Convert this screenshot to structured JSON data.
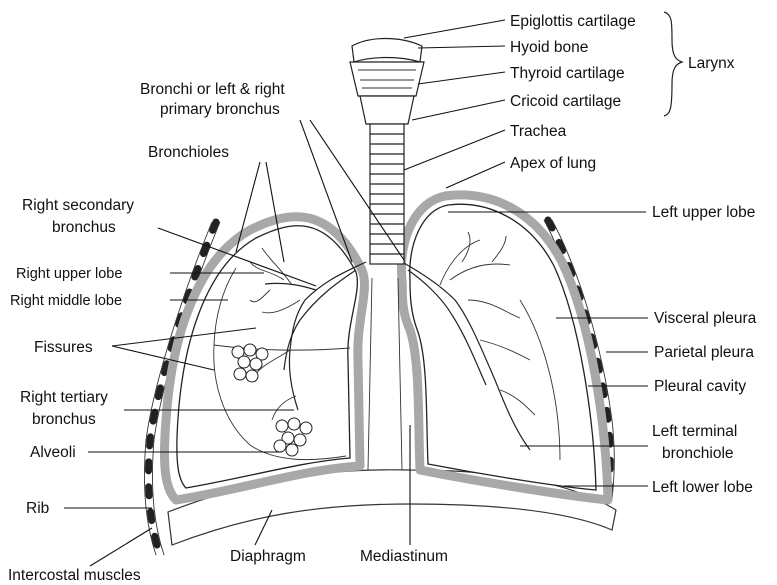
{
  "labels": {
    "epiglottis": "Epiglottis cartilage",
    "hyoid": "Hyoid bone",
    "thyroid": "Thyroid cartilage",
    "cricoid": "Cricoid cartilage",
    "larynx": "Larynx",
    "trachea": "Trachea",
    "apex": "Apex of lung",
    "bronchi_line1": "Bronchi or left & right",
    "bronchi_line2": "primary bronchus",
    "bronchioles": "Bronchioles",
    "right_secondary_line1": "Right secondary",
    "right_secondary_line2": "bronchus",
    "right_upper_lobe": "Right upper lobe",
    "right_middle_lobe": "Right middle lobe",
    "fissures": "Fissures",
    "right_tertiary_line1": "Right tertiary",
    "right_tertiary_line2": "bronchus",
    "alveoli": "Alveoli",
    "rib": "Rib",
    "intercostal": "Intercostal muscles",
    "diaphragm": "Diaphragm",
    "mediastinum": "Mediastinum",
    "left_upper_lobe": "Left upper lobe",
    "visceral_pleura": "Visceral pleura",
    "parietal_pleura": "Parietal pleura",
    "pleural_cavity": "Pleural cavity",
    "left_terminal_line1": "Left terminal",
    "left_terminal_line2": "bronchiole",
    "left_lower_lobe": "Left lower lobe"
  }
}
